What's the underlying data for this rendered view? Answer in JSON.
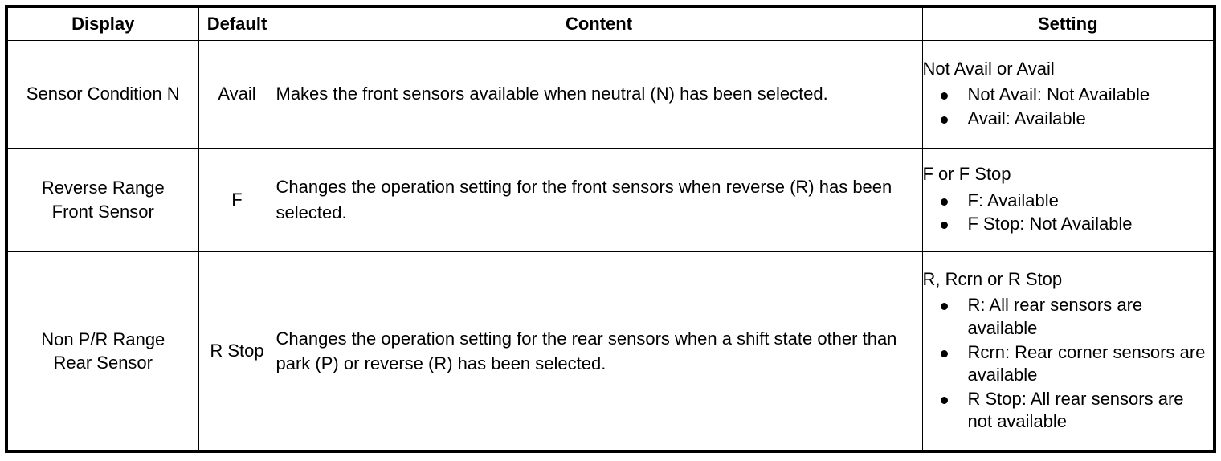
{
  "table": {
    "columns": [
      {
        "key": "display",
        "label": "Display"
      },
      {
        "key": "default",
        "label": "Default"
      },
      {
        "key": "content",
        "label": "Content"
      },
      {
        "key": "setting",
        "label": "Setting"
      }
    ],
    "rows": [
      {
        "display": "Sensor Condition N",
        "default": "Avail",
        "content": "Makes the front sensors available when neutral (N) has been selected.",
        "setting_head": "Not Avail or Avail",
        "setting_items": [
          "Not Avail: Not Available",
          "Avail: Available"
        ]
      },
      {
        "display": "Reverse Range\nFront Sensor",
        "default": "F",
        "content": "Changes the operation setting for the front sensors when reverse (R) has been selected.",
        "setting_head": "F or F Stop",
        "setting_items": [
          "F: Available",
          "F Stop: Not Available"
        ]
      },
      {
        "display": "Non P/R Range\nRear Sensor",
        "default": "R Stop",
        "content": "Changes the operation setting for the rear sensors when a shift state other than park (P) or reverse (R) has been selected.",
        "setting_head": "R, Rcrn or R Stop",
        "setting_items": [
          "R: All rear sensors are available",
          "Rcrn: Rear corner sensors are available",
          "R Stop: All rear sensors are not available"
        ]
      }
    ]
  },
  "colors": {
    "border": "#000000",
    "text": "#000000",
    "background": "#ffffff"
  }
}
